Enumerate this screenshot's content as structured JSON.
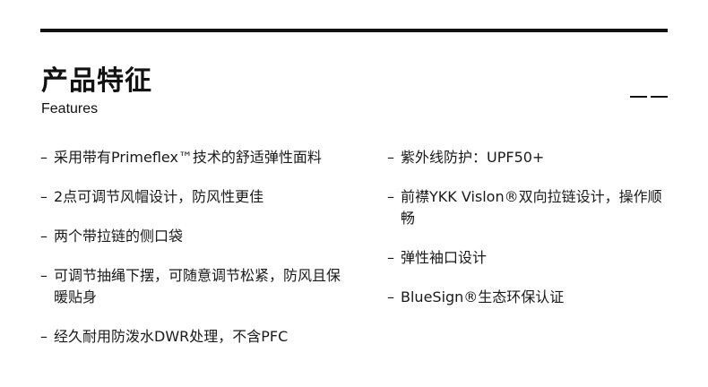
{
  "header": {
    "title": "产品特征",
    "subtitle": "Features"
  },
  "bullet_char": "–",
  "features": {
    "left": [
      "采用带有Primeflex™技术的舒适弹性面料",
      "2点可调节风帽设计，防风性更佳",
      "两个带拉链的侧口袋",
      "可调节抽绳下摆，可随意调节松紧，防风且保暖贴身",
      "经久耐用防泼水DWR处理，不含PFC"
    ],
    "right": [
      "紫外线防护：UPF50+",
      "前襟YKK Vislon®双向拉链设计，操作顺畅",
      "弹性袖口设计",
      "BlueSign®生态环保认证"
    ]
  }
}
